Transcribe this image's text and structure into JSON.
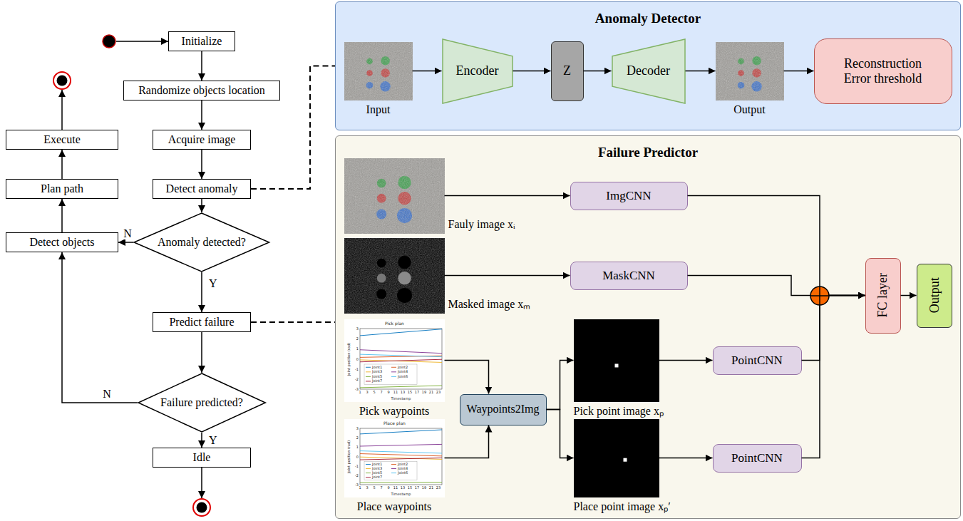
{
  "diagram": {
    "nodes": [
      {
        "text": [
          "Initialize"
        ]
      },
      {
        "text": [
          "Randomize objects location"
        ]
      },
      {
        "text": [
          "Acquire image"
        ]
      },
      {
        "text": [
          "Detect anomaly"
        ]
      },
      {
        "text": [
          "Anomaly detected?"
        ]
      },
      {
        "text": [
          "Detect objects"
        ]
      },
      {
        "text": [
          "Plan path"
        ]
      },
      {
        "text": [
          "Execute"
        ]
      },
      {
        "text": [
          "Predict failure"
        ]
      },
      {
        "text": [
          "Failure predicted?"
        ]
      },
      {
        "text": [
          "Idle"
        ]
      },
      {
        "text": [
          "Anomaly Detector"
        ]
      },
      {
        "text": [
          "Input"
        ],
        "in": 11
      },
      {
        "text": [
          "Encoder"
        ],
        "in": 11
      },
      {
        "text": [
          "Z"
        ],
        "in": 11
      },
      {
        "text": [
          "Decoder"
        ],
        "in": 11
      },
      {
        "text": [
          "Output"
        ],
        "in": 11
      },
      {
        "text": [
          "Reconstruction Error threshold"
        ],
        "in": 11
      },
      {
        "text": [
          "Failure Predictor"
        ]
      },
      {
        "text": [
          "Fauly image xᵢ"
        ],
        "in": 18
      },
      {
        "text": [
          "ImgCNN"
        ],
        "in": 18
      },
      {
        "text": [
          "Masked image xₘ"
        ],
        "in": 18
      },
      {
        "text": [
          "MaskCNN"
        ],
        "in": 18
      },
      {
        "text": [
          "Pick waypoints"
        ],
        "in": 18
      },
      {
        "text": [
          "Place waypoints"
        ],
        "in": 18
      },
      {
        "text": [
          "Waypoints2Img"
        ],
        "in": 18
      },
      {
        "text": [
          "Pick point image xₚ"
        ],
        "in": 18
      },
      {
        "text": [
          "PointCNN"
        ],
        "in": 18
      },
      {
        "text": [
          "Place point image xₚ′"
        ],
        "in": 18
      },
      {
        "text": [
          "PointCNN"
        ],
        "in": 18
      },
      {
        "text": [
          "FC layer"
        ],
        "in": 18
      },
      {
        "text": [
          "Output"
        ],
        "in": 18
      }
    ],
    "edges": [
      {
        "from": 0,
        "to": 1,
        "arrow": "to"
      },
      {
        "from": 1,
        "to": 2,
        "arrow": "to"
      },
      {
        "from": 2,
        "to": 3,
        "arrow": "to"
      },
      {
        "from": 3,
        "to": 4,
        "arrow": "to"
      },
      {
        "from": 4,
        "to": 5,
        "label": "N",
        "arrow": "to"
      },
      {
        "from": 4,
        "to": 8,
        "label": "Y",
        "arrow": "to"
      },
      {
        "from": 5,
        "to": 6,
        "arrow": "to"
      },
      {
        "from": 6,
        "to": 7,
        "arrow": "to"
      },
      {
        "from": 8,
        "to": 9,
        "arrow": "to"
      },
      {
        "from": 9,
        "to": 5,
        "label": "N",
        "arrow": "to"
      },
      {
        "from": 9,
        "to": 10,
        "label": "Y",
        "arrow": "to"
      },
      {
        "from": 3,
        "to": 11,
        "arrow": "none"
      },
      {
        "from": 8,
        "to": 18,
        "arrow": "none"
      },
      {
        "from": 12,
        "to": 13,
        "arrow": "to"
      },
      {
        "from": 13,
        "to": 14,
        "arrow": "to"
      },
      {
        "from": 14,
        "to": 15,
        "arrow": "to"
      },
      {
        "from": 15,
        "to": 16,
        "arrow": "to"
      },
      {
        "from": 16,
        "to": 17,
        "arrow": "to"
      },
      {
        "from": 19,
        "to": 20,
        "arrow": "to"
      },
      {
        "from": 21,
        "to": 22,
        "arrow": "to"
      },
      {
        "from": 23,
        "to": 25,
        "arrow": "to"
      },
      {
        "from": 24,
        "to": 25,
        "arrow": "to"
      },
      {
        "from": 25,
        "to": 26,
        "arrow": "to"
      },
      {
        "from": 25,
        "to": 28,
        "arrow": "to"
      },
      {
        "from": 26,
        "to": 27,
        "arrow": "to"
      },
      {
        "from": 28,
        "to": 29,
        "arrow": "to"
      },
      {
        "from": 20,
        "to": 30,
        "arrow": "to"
      },
      {
        "from": 22,
        "to": 30,
        "arrow": "to"
      },
      {
        "from": 27,
        "to": 30,
        "arrow": "to"
      },
      {
        "from": 29,
        "to": 30,
        "arrow": "to"
      },
      {
        "from": 30,
        "to": 31,
        "arrow": "to"
      }
    ],
    "labels": [
      "Pick plan",
      "Joint position (rad)",
      "Timestamp",
      "3",
      "2",
      "1",
      "0",
      "-1",
      "-2",
      "-3",
      "1",
      "3",
      "5",
      "7",
      "9",
      "11",
      "13",
      "15",
      "17",
      "19",
      "21",
      "23",
      "Joint1",
      "Joint2",
      "Joint3",
      "Joint4",
      "Joint5",
      "Joint6",
      "Joint7",
      "Place plan",
      "Joint position (rad)",
      "Timestamp",
      "3",
      "2",
      "1",
      "0",
      "-1",
      "-2",
      "-3",
      "1",
      "3",
      "5",
      "7",
      "9",
      "11",
      "13",
      "15",
      "17",
      "19",
      "21",
      "23",
      "Joint1",
      "Joint2",
      "Joint3",
      "Joint4",
      "Joint5",
      "Joint6",
      "Joint7"
    ]
  }
}
